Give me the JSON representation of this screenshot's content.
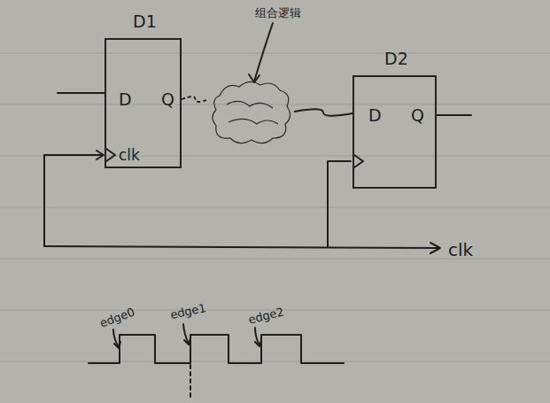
{
  "diagram": {
    "nodes": [
      {
        "text": [
          "D1",
          "D",
          "Q",
          "clk"
        ]
      },
      {
        "text": [
          "组合逻辑"
        ]
      },
      {
        "text": [
          "D2",
          "D",
          "Q"
        ]
      }
    ],
    "edges": [
      {
        "from": 0,
        "to": 1,
        "arrow": "none"
      },
      {
        "from": 1,
        "to": 2,
        "arrow": "none"
      }
    ],
    "labels": [
      "clk",
      "edge0",
      "edge1",
      "edge2"
    ]
  }
}
